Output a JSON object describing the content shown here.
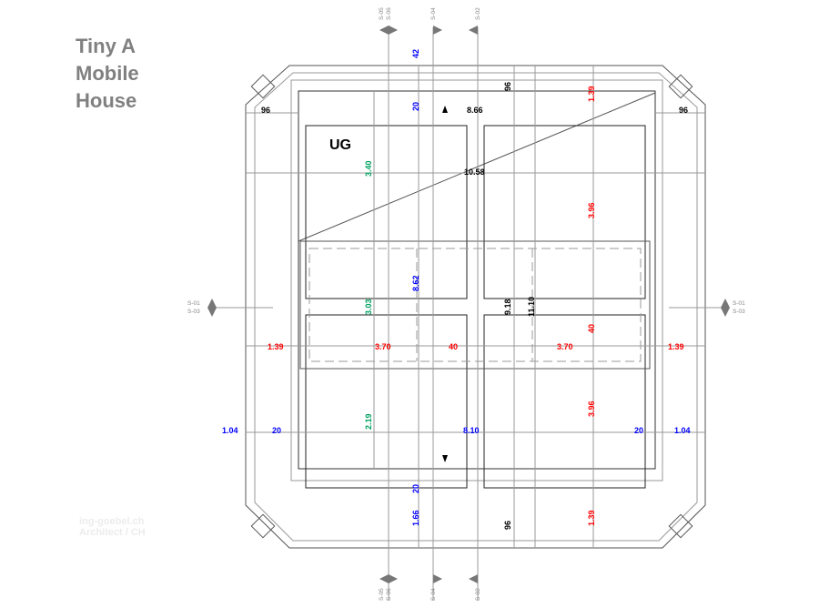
{
  "title": {
    "line1": "Tiny A",
    "line2": "Mobile",
    "line3": "House"
  },
  "watermark": {
    "line1": "ing-goebel.ch",
    "line2": "Architect / CH"
  },
  "plan_label": "UG",
  "sections": {
    "s05": "S-05",
    "s06": "S-06",
    "s04": "S-04",
    "s02": "S-02",
    "s01": "S-01",
    "s03": "S-03"
  },
  "dims": [
    "42",
    "20",
    "8.66",
    "96",
    "1.39",
    "96",
    "96",
    "3.40",
    "10.58",
    "3.96",
    "8.62",
    "3.03",
    "9.18",
    "11.10",
    "40",
    "1.39",
    "3.70",
    "40",
    "3.70",
    "1.39",
    "1.04",
    "20",
    "2.19",
    "8.10",
    "3.96",
    "20",
    "1.04",
    "20",
    "1.66",
    "96",
    "1.39"
  ],
  "colors": {
    "metric_blue": "#0000ff",
    "metric_red": "#ff0000",
    "metric_green": "#00a060",
    "title_gray": "#808080"
  }
}
